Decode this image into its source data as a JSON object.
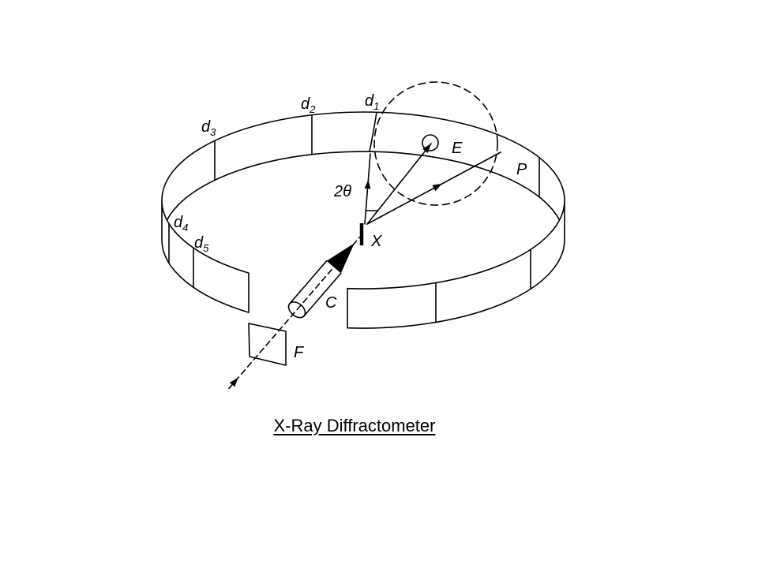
{
  "caption": "X-Ray Diffractometer",
  "labels": {
    "d1": {
      "main": "d",
      "sub": "1"
    },
    "d2": {
      "main": "d",
      "sub": "2"
    },
    "d3": {
      "main": "d",
      "sub": "3"
    },
    "d4": {
      "main": "d",
      "sub": "4"
    },
    "d5": {
      "main": "d",
      "sub": "5"
    },
    "E": "E",
    "P": "P",
    "two_theta": "2θ",
    "X": "X",
    "C": "C",
    "F": "F"
  }
}
